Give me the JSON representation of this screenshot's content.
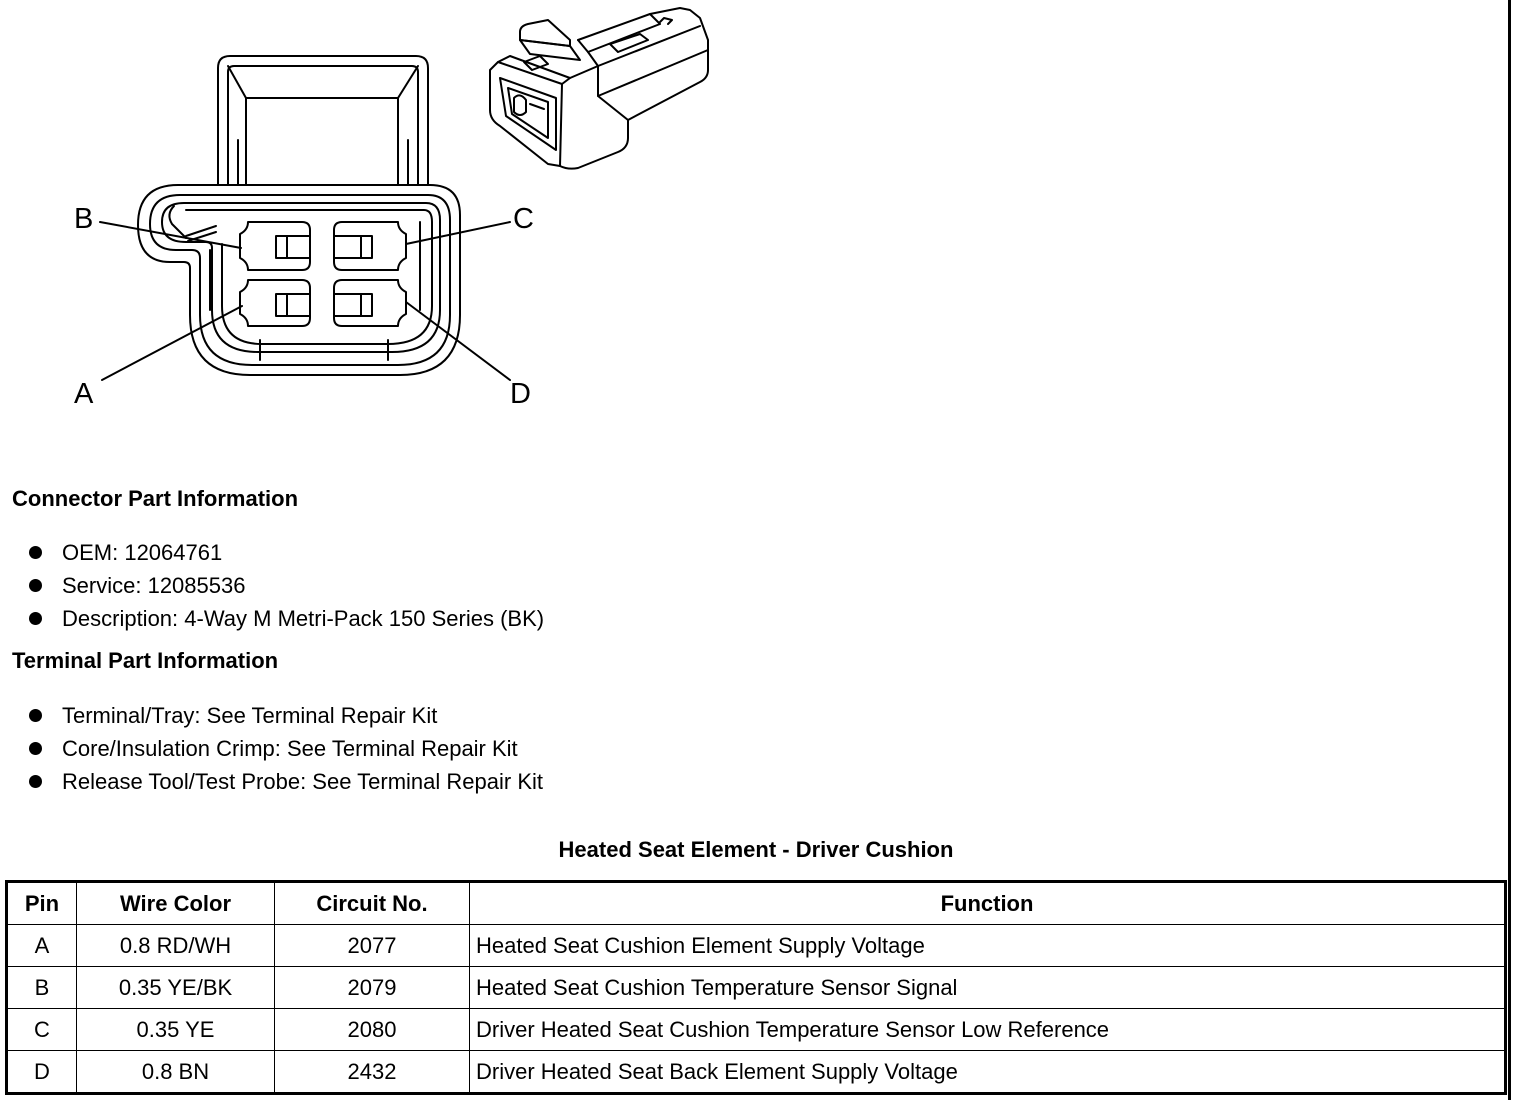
{
  "pin_labels": {
    "a": "A",
    "b": "B",
    "c": "C",
    "d": "D"
  },
  "connector_info": {
    "heading": "Connector Part Information",
    "items": [
      "OEM: 12064761",
      "Service: 12085536",
      "Description: 4-Way M Metri-Pack 150 Series (BK)"
    ]
  },
  "terminal_info": {
    "heading": "Terminal Part Information",
    "items": [
      "Terminal/Tray: See Terminal Repair Kit",
      "Core/Insulation Crimp: See Terminal Repair Kit",
      "Release Tool/Test Probe: See Terminal Repair Kit"
    ]
  },
  "table": {
    "title": "Heated Seat Element - Driver Cushion",
    "headers": [
      "Pin",
      "Wire Color",
      "Circuit No.",
      "Function"
    ],
    "rows": [
      [
        "A",
        "0.8 RD/WH",
        "2077",
        "Heated Seat Cushion Element Supply Voltage"
      ],
      [
        "B",
        "0.35 YE/BK",
        "2079",
        "Heated Seat Cushion Temperature Sensor Signal"
      ],
      [
        "C",
        "0.35 YE",
        "2080",
        "Driver Heated Seat Cushion Temperature Sensor Low Reference"
      ],
      [
        "D",
        "0.8 BN",
        "2432",
        "Driver Heated Seat Back Element Supply Voltage"
      ]
    ]
  }
}
